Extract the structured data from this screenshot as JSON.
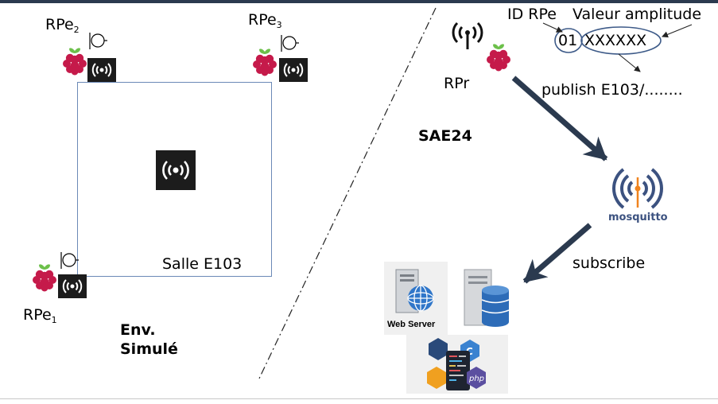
{
  "rpe2": {
    "name": "RPe",
    "sub": "2"
  },
  "rpe3": {
    "name": "RPe",
    "sub": "3"
  },
  "rpe1": {
    "name": "RPe",
    "sub": "1"
  },
  "room_label": "Salle E103",
  "env_label": [
    "Env.",
    "Simulé"
  ],
  "rpr_label": "RPr",
  "project_label": "SAE24",
  "id_rpe_label": "ID RPe",
  "valeur_label": "Valeur amplitude",
  "message_id": "01",
  "message_value": "XXXXXX",
  "publish_label": "publish  E103/........",
  "subscribe_label": "subscribe",
  "mosquitto_label": "mosquitto",
  "web_server_label": "Web Server",
  "colors": {
    "arrow": "#2b3a4f",
    "raspberry_red": "#c51a4a",
    "raspberry_green": "#6cc04a",
    "mosquitto_blue": "#3c5280",
    "mosquitto_orange": "#f0841f",
    "oval": "#3d5a88"
  }
}
